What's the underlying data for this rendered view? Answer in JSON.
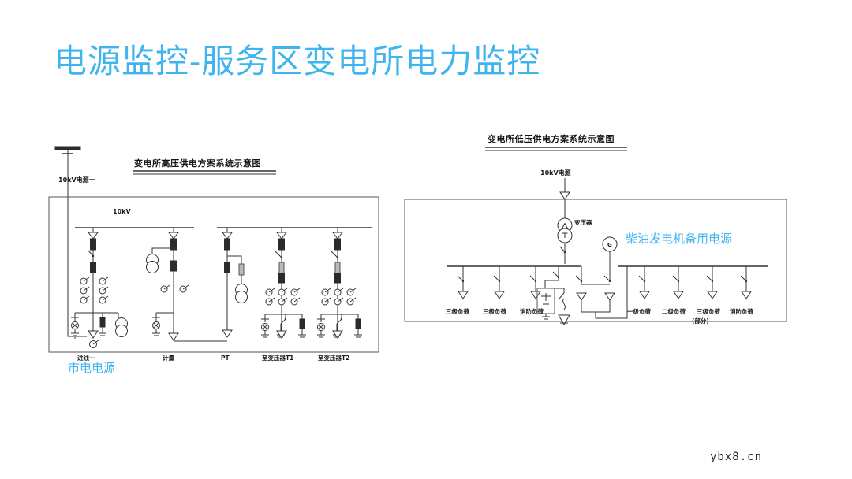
{
  "page": {
    "title": "电源监控-服务区变电所电力监控",
    "title_color": "#3fb4ef",
    "watermark": "ybx8.cn",
    "background": "#ffffff"
  },
  "left_diagram": {
    "name": "变电所高压供电方案系统示意图",
    "source_label": "10kV电源一",
    "busbar_label": "10kV",
    "bottom_note": "市电电源",
    "bottom_note_color": "#3fb4ef",
    "bays": [
      {
        "label": "进线一"
      },
      {
        "label": "计量"
      },
      {
        "label": "PT"
      },
      {
        "label": "至变压器T1"
      },
      {
        "label": "至变压器T2"
      }
    ]
  },
  "right_diagram": {
    "name": "变电所低压供电方案系统示意图",
    "source_label": "10kV电源",
    "transformer_label": "变压器",
    "generator_symbol": "G",
    "generator_note": "柴油发电机备用电源",
    "generator_note_color": "#3fb4ef",
    "left_loads": [
      {
        "label": "三级负荷"
      },
      {
        "label": "三级负荷"
      },
      {
        "label": "消防负荷"
      }
    ],
    "right_loads": [
      {
        "label": "一级负荷"
      },
      {
        "label": "二级负荷"
      },
      {
        "label": "三级负荷"
      },
      {
        "label": "消防负荷"
      }
    ],
    "right_loads_sub": "(部分)"
  }
}
